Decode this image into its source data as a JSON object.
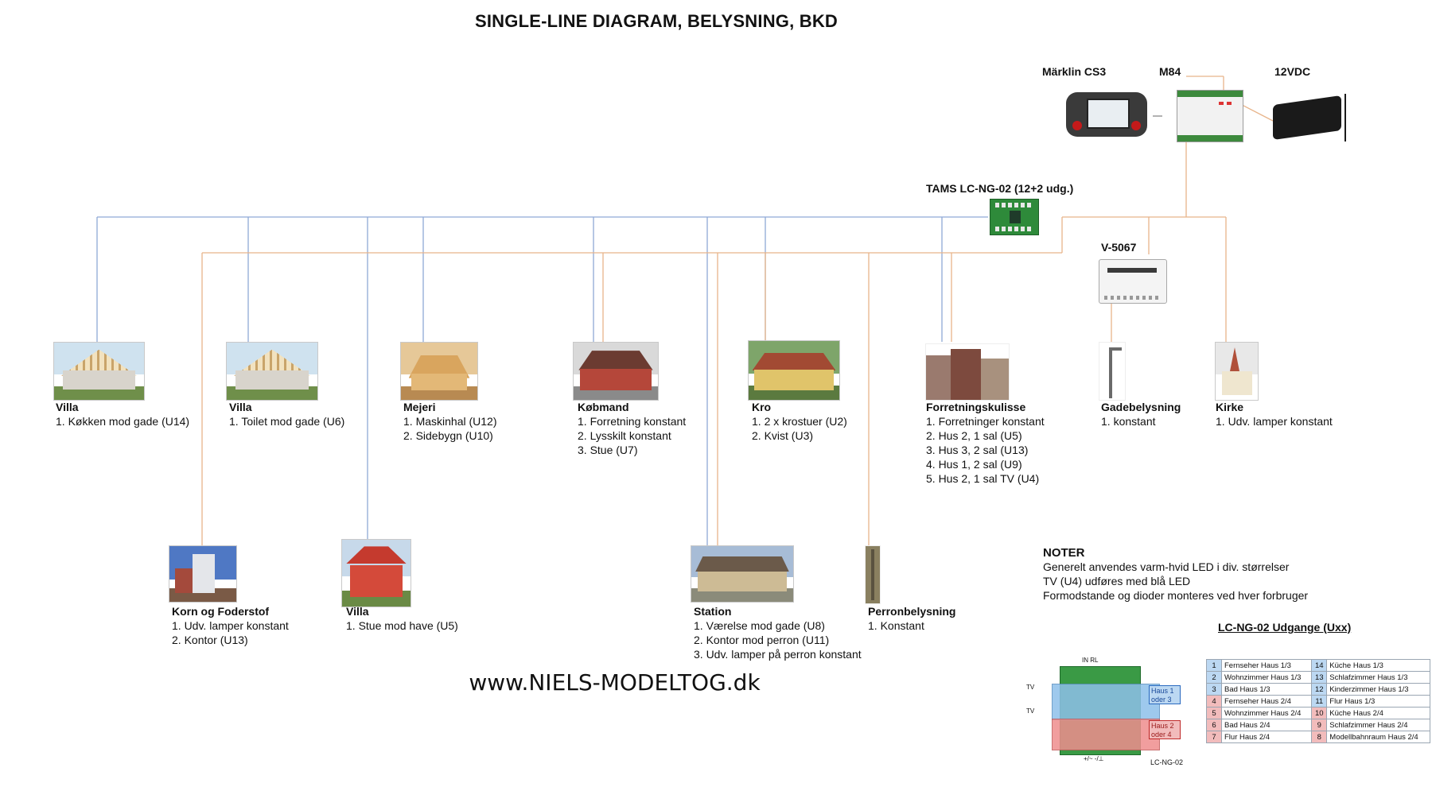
{
  "title": "SINGLE-LINE DIAGRAM, BELYSNING, BKD",
  "devices": {
    "cs3": "Märklin CS3",
    "m84": "M84",
    "psu": "12VDC",
    "tams": "TAMS LC-NG-02 (12+2 udg.)",
    "v5067": "V-5067"
  },
  "consumers_top": [
    {
      "name": "Villa",
      "lines": [
        "1. Køkken mod gade (U14)"
      ]
    },
    {
      "name": "Villa",
      "lines": [
        "1. Toilet mod gade (U6)"
      ]
    },
    {
      "name": "Mejeri",
      "lines": [
        "1. Maskinhal (U12)",
        "2. Sidebygn (U10)"
      ]
    },
    {
      "name": "Købmand",
      "lines": [
        "1. Forretning konstant",
        "2. Lysskilt konstant",
        "3. Stue (U7)"
      ]
    },
    {
      "name": "Kro",
      "lines": [
        "1. 2 x krostuer (U2)",
        "2. Kvist (U3)"
      ]
    },
    {
      "name": "Forretningskulisse",
      "lines": [
        "1. Forretninger konstant",
        "2. Hus 2, 1 sal (U5)",
        "3. Hus 3, 2 sal (U13)",
        "4. Hus 1, 2 sal (U9)",
        "5. Hus 2, 1 sal TV (U4)"
      ]
    },
    {
      "name": "Gadebelysning",
      "lines": [
        "1. konstant"
      ]
    },
    {
      "name": "Kirke",
      "lines": [
        "1. Udv. lamper konstant"
      ]
    }
  ],
  "consumers_bottom": [
    {
      "name": "Korn og Foderstof",
      "lines": [
        "1. Udv. lamper konstant",
        "2. Kontor (U13)"
      ]
    },
    {
      "name": "Villa",
      "lines": [
        "1. Stue mod have (U5)"
      ]
    },
    {
      "name": "Station",
      "lines": [
        "1. Værelse mod gade (U8)",
        "2. Kontor mod perron (U11)",
        "3. Udv. lamper på perron konstant"
      ]
    },
    {
      "name": "Perronbelysning",
      "lines": [
        "1. Konstant"
      ]
    }
  ],
  "notes": {
    "heading": "NOTER",
    "lines": [
      "Generelt anvendes varm-hvid LED i div. størrelser",
      "TV (U4) udføres med blå LED",
      "Formodstande og dioder monteres ved hver forbruger"
    ]
  },
  "legend": {
    "title": "LC-NG-02 Udgange (Uxx)",
    "board": {
      "top": "IN   RL",
      "bottom": "+/~  -/⊥",
      "name": "LC-NG-02",
      "tv": "TV",
      "box1": "Haus 1 oder 3",
      "box2": "Haus 2 oder 4"
    },
    "rows": [
      {
        "ln": "1",
        "l": "Fernseher Haus 1/3",
        "rn": "14",
        "r": "Küche Haus 1/3",
        "lc": "bl",
        "rc": "bl"
      },
      {
        "ln": "2",
        "l": "Wohnzimmer Haus 1/3",
        "rn": "13",
        "r": "Schlafzimmer Haus 1/3",
        "lc": "bl",
        "rc": "bl"
      },
      {
        "ln": "3",
        "l": "Bad Haus 1/3",
        "rn": "12",
        "r": "Kinderzimmer Haus 1/3",
        "lc": "bl",
        "rc": "bl"
      },
      {
        "ln": "4",
        "l": "Fernseher Haus 2/4",
        "rn": "11",
        "r": "Flur Haus 1/3",
        "lc": "rd",
        "rc": "bl"
      },
      {
        "ln": "5",
        "l": "Wohnzimmer Haus 2/4",
        "rn": "10",
        "r": "Küche Haus 2/4",
        "lc": "rd",
        "rc": "rd"
      },
      {
        "ln": "6",
        "l": "Bad Haus 2/4",
        "rn": "9",
        "r": "Schlafzimmer Haus 2/4",
        "lc": "rd",
        "rc": "rd"
      },
      {
        "ln": "7",
        "l": "Flur Haus 2/4",
        "rn": "8",
        "r": "Modellbahnraum Haus 2/4",
        "lc": "rd",
        "rc": "rd"
      }
    ]
  },
  "footer": "www.NIELS-MODELTOG.dk",
  "colors": {
    "blue_line": "#8fa9d6",
    "orange_line": "#e8b48a"
  }
}
